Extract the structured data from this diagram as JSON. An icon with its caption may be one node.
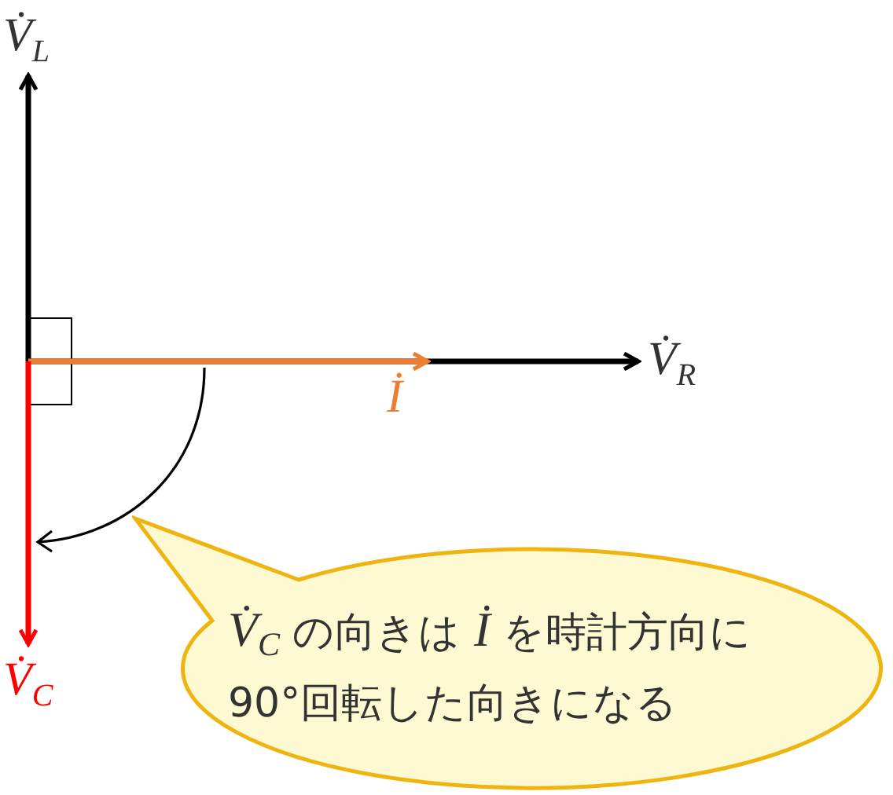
{
  "diagram": {
    "nodes": [
      {
        "text": [
          "V̇$_{L}$"
        ]
      },
      {
        "text": [
          "V̇$_{R}$"
        ]
      },
      {
        "text": [
          "İ"
        ]
      },
      {
        "text": [
          "V̇$_{C}$"
        ]
      },
      {
        "text": [
          "*V̇*$_{C}$ の向きは *İ* を時計方向に 90°回転した向きになる"
        ]
      },
      {
        "text": [],
        "shape": "box"
      }
    ],
    "edges": [
      {
        "from": 5,
        "to": 1,
        "arrow": "to"
      },
      {
        "from": 5,
        "to": 2,
        "arrow": "to",
        "color": "#ed7d31"
      },
      {
        "from": 5,
        "to": 3,
        "arrow": "to",
        "color": "#ff0000"
      },
      {
        "from": 5,
        "to": 0,
        "arrow": "to"
      }
    ]
  }
}
